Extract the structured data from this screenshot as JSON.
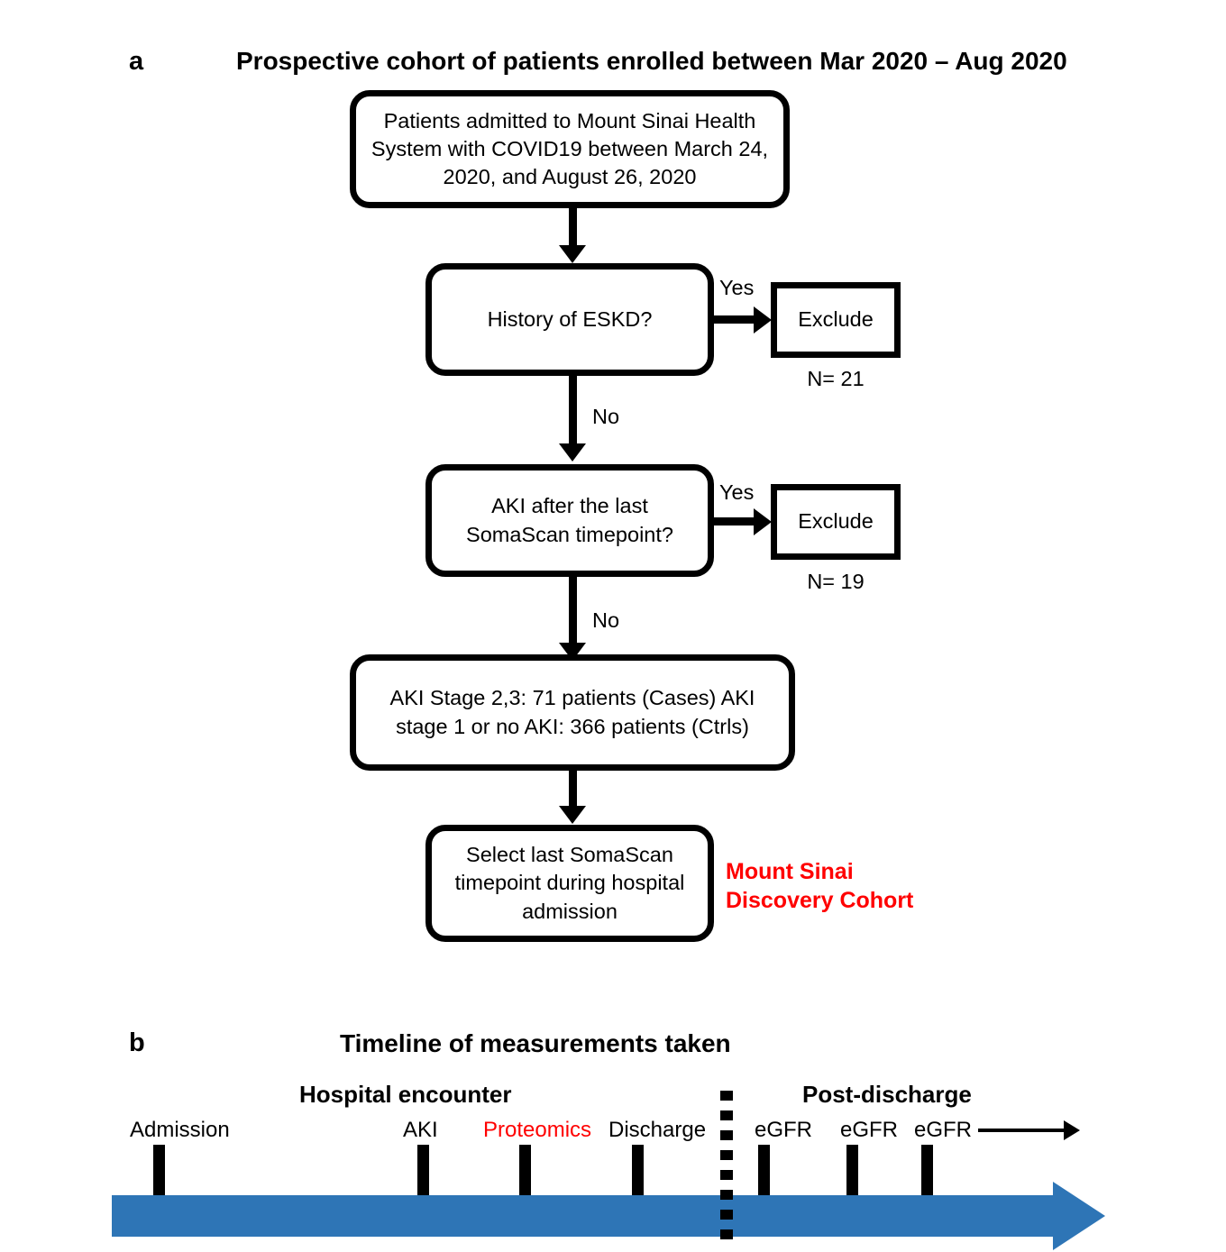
{
  "panel_a": {
    "letter": "a",
    "title": "Prospective cohort of patients enrolled between Mar 2020 – Aug 2020",
    "boxes": {
      "admitted": "Patients admitted to Mount Sinai Health System with COVID19 between March 24, 2020, and August 26, 2020",
      "eskd_question": "History of ESKD?",
      "exclude_eskd": "Exclude",
      "exclude_eskd_n": "N= 21",
      "aki_question": "AKI after the last SomaScan timepoint?",
      "exclude_aki": "Exclude",
      "exclude_aki_n": "N= 19",
      "stage_summary": "AKI Stage 2,3: 71 patients (Cases) AKI stage 1 or no AKI: 366 patients (Ctrls)",
      "select_timepoint": "Select last SomaScan timepoint during hospital admission"
    },
    "edge_labels": {
      "eskd_yes": "Yes",
      "eskd_no": "No",
      "aki_yes": "Yes",
      "aki_no": "No"
    },
    "cohort_callout": {
      "line1": "Mount Sinai",
      "line2": "Discovery Cohort",
      "color": "#FF0000"
    }
  },
  "panel_b": {
    "letter": "b",
    "title": "Timeline of measurements taken",
    "group_labels": [
      {
        "text": "Hospital encounter",
        "color": "#000000"
      },
      {
        "text": "Post-discharge",
        "color": "#000000"
      }
    ],
    "events": [
      {
        "label": "Admission",
        "color": "#000000"
      },
      {
        "label": "AKI",
        "color": "#000000"
      },
      {
        "label": "Proteomics",
        "color": "#FF0000"
      },
      {
        "label": "Discharge",
        "color": "#000000"
      },
      {
        "label": "eGFR",
        "color": "#000000"
      },
      {
        "label": "eGFR",
        "color": "#000000"
      },
      {
        "label": "eGFR",
        "color": "#000000"
      }
    ],
    "axis": {
      "color": "#2E75B6",
      "divider": "dotted-vertical-separator"
    }
  }
}
